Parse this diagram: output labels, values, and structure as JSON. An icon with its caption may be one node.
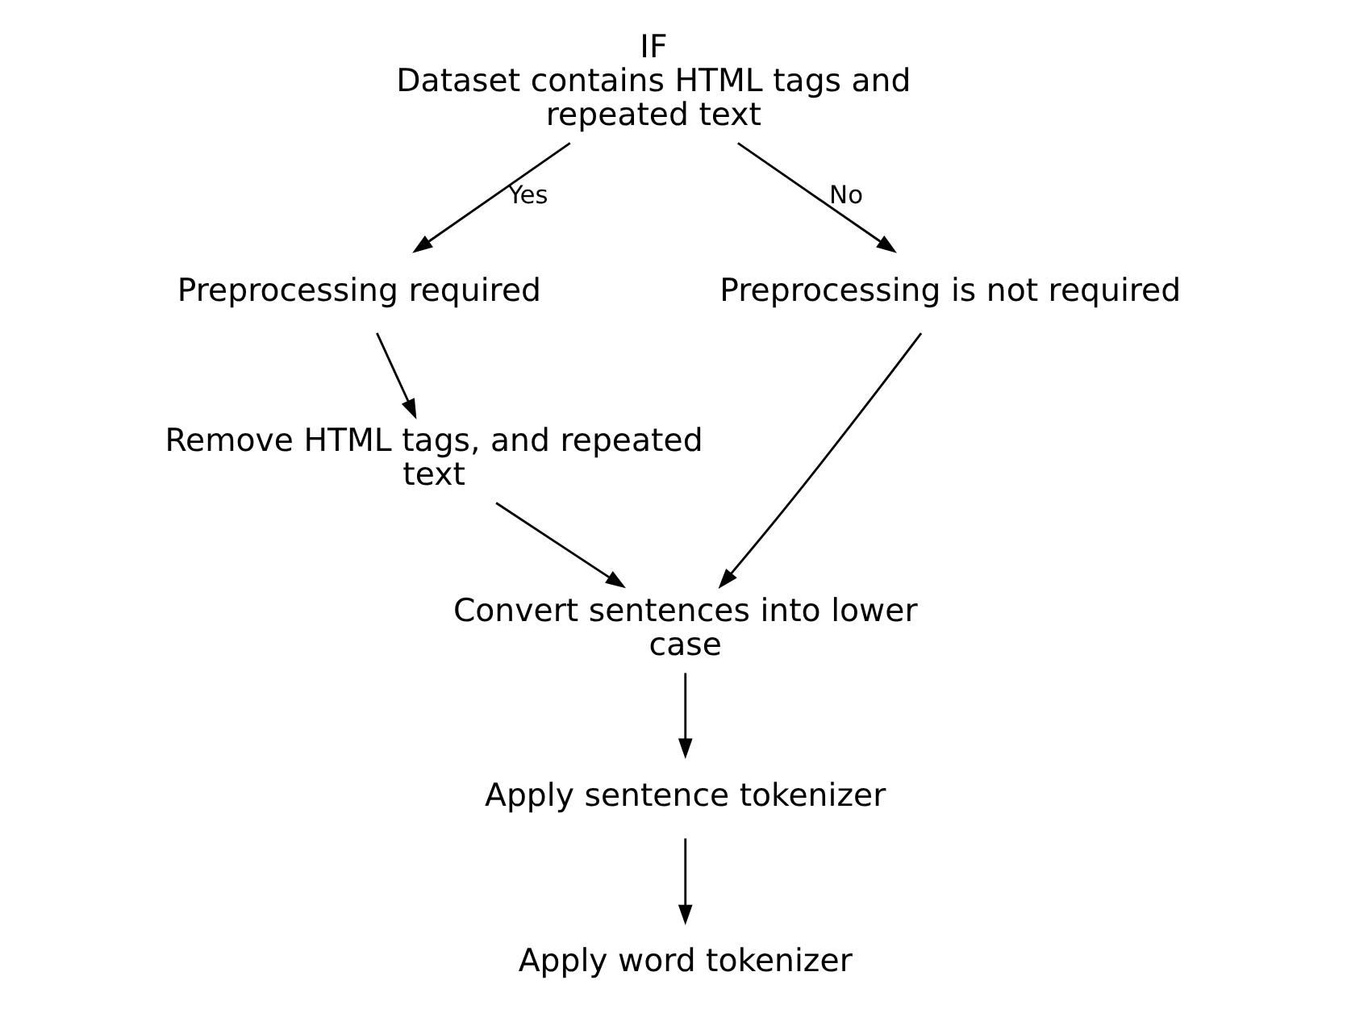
{
  "diagram": {
    "nodes": [
      {
        "text": [
          "IF",
          "Dataset contains HTML tags and repeated text"
        ]
      },
      {
        "text": [
          "Preprocessing required"
        ]
      },
      {
        "text": [
          "Preprocessing is not required"
        ]
      },
      {
        "text": [
          "Remove HTML tags, and repeated text"
        ]
      },
      {
        "text": [
          "Convert sentences into lower case"
        ]
      },
      {
        "text": [
          "Apply sentence tokenizer"
        ]
      },
      {
        "text": [
          "Apply word tokenizer"
        ]
      }
    ],
    "edges": [
      {
        "from": 0,
        "to": 1,
        "arrow": "to",
        "label": "Yes"
      },
      {
        "from": 0,
        "to": 2,
        "arrow": "to",
        "label": "No"
      },
      {
        "from": 1,
        "to": 3,
        "arrow": "to"
      },
      {
        "from": 3,
        "to": 4,
        "arrow": "to"
      },
      {
        "from": 2,
        "to": 4,
        "arrow": "to"
      },
      {
        "from": 4,
        "to": 5,
        "arrow": "to"
      },
      {
        "from": 5,
        "to": 6,
        "arrow": "to"
      }
    ]
  }
}
